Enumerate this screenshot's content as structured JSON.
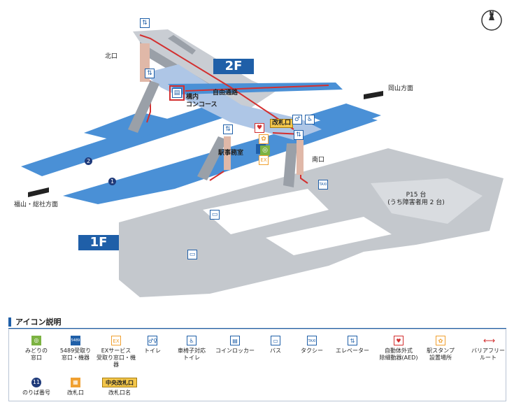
{
  "floors": {
    "upper": "2F",
    "lower": "1F"
  },
  "directions": {
    "north_exit": "北口",
    "south_exit": "南口",
    "okayama": "岡山方面",
    "fukuyama": "福山・総社方面"
  },
  "places": {
    "free_passage": "自由通路",
    "concourse": "構内\nコンコース",
    "station_office": "駅事務室",
    "ticket_gate": "改札口",
    "parking": "P15 台\n(うち障害者用 2 台)"
  },
  "platforms": {
    "p1": "1",
    "p2": "2"
  },
  "compass": "N",
  "legend": {
    "title": "アイコン説明",
    "row1": [
      {
        "icon": "midori-window-icon",
        "label": "みどりの\n窓口",
        "color": "#7cb342",
        "glyph": "◎"
      },
      {
        "icon": "5489-counter-icon",
        "label": "5489受取り\n窓口・機器",
        "color": "#1f5fa8",
        "glyph": "5489"
      },
      {
        "icon": "ex-service-icon",
        "label": "EXサービス\n受取り窓口・機器",
        "color": "#f0a030",
        "glyph": "EX"
      },
      {
        "icon": "toilet-icon",
        "label": "トイレ",
        "color": "#1f5fa8",
        "glyph": "♂♀"
      },
      {
        "icon": "wheelchair-toilet-icon",
        "label": "車椅子対応\nトイレ",
        "color": "#1f5fa8",
        "glyph": "♿"
      },
      {
        "icon": "coin-locker-icon",
        "label": "コインロッカー",
        "color": "#1f5fa8",
        "glyph": "▤"
      },
      {
        "icon": "bus-icon",
        "label": "バス",
        "color": "#1f5fa8",
        "glyph": "▭"
      },
      {
        "icon": "taxi-icon",
        "label": "タクシー",
        "color": "#1f5fa8",
        "glyph": "TAXI"
      },
      {
        "icon": "elevator-icon",
        "label": "エレベーター",
        "color": "#1f5fa8",
        "glyph": "⇅"
      },
      {
        "icon": "aed-icon",
        "label": "自動体外式\n除細動器(AED)",
        "color": "#d32f2f",
        "glyph": "♥"
      },
      {
        "icon": "stamp-icon",
        "label": "駅スタンプ\n設置場所",
        "color": "#f0a030",
        "glyph": "✿"
      },
      {
        "icon": "barrier-free-route-icon",
        "label": "バリアフリー\nルート",
        "color": "#d32f2f",
        "glyph": "⟷"
      }
    ],
    "row2": [
      {
        "icon": "platform-number-icon",
        "label": "のりば番号",
        "color": "#1f3a7a",
        "glyph": "11"
      },
      {
        "icon": "ticket-gate-icon",
        "label": "改札口",
        "color": "#f0a030",
        "glyph": "▦"
      },
      {
        "icon": "gate-name-icon",
        "label": "改札口名",
        "color": "#f3c64a",
        "glyph": "中央改札口"
      }
    ]
  }
}
